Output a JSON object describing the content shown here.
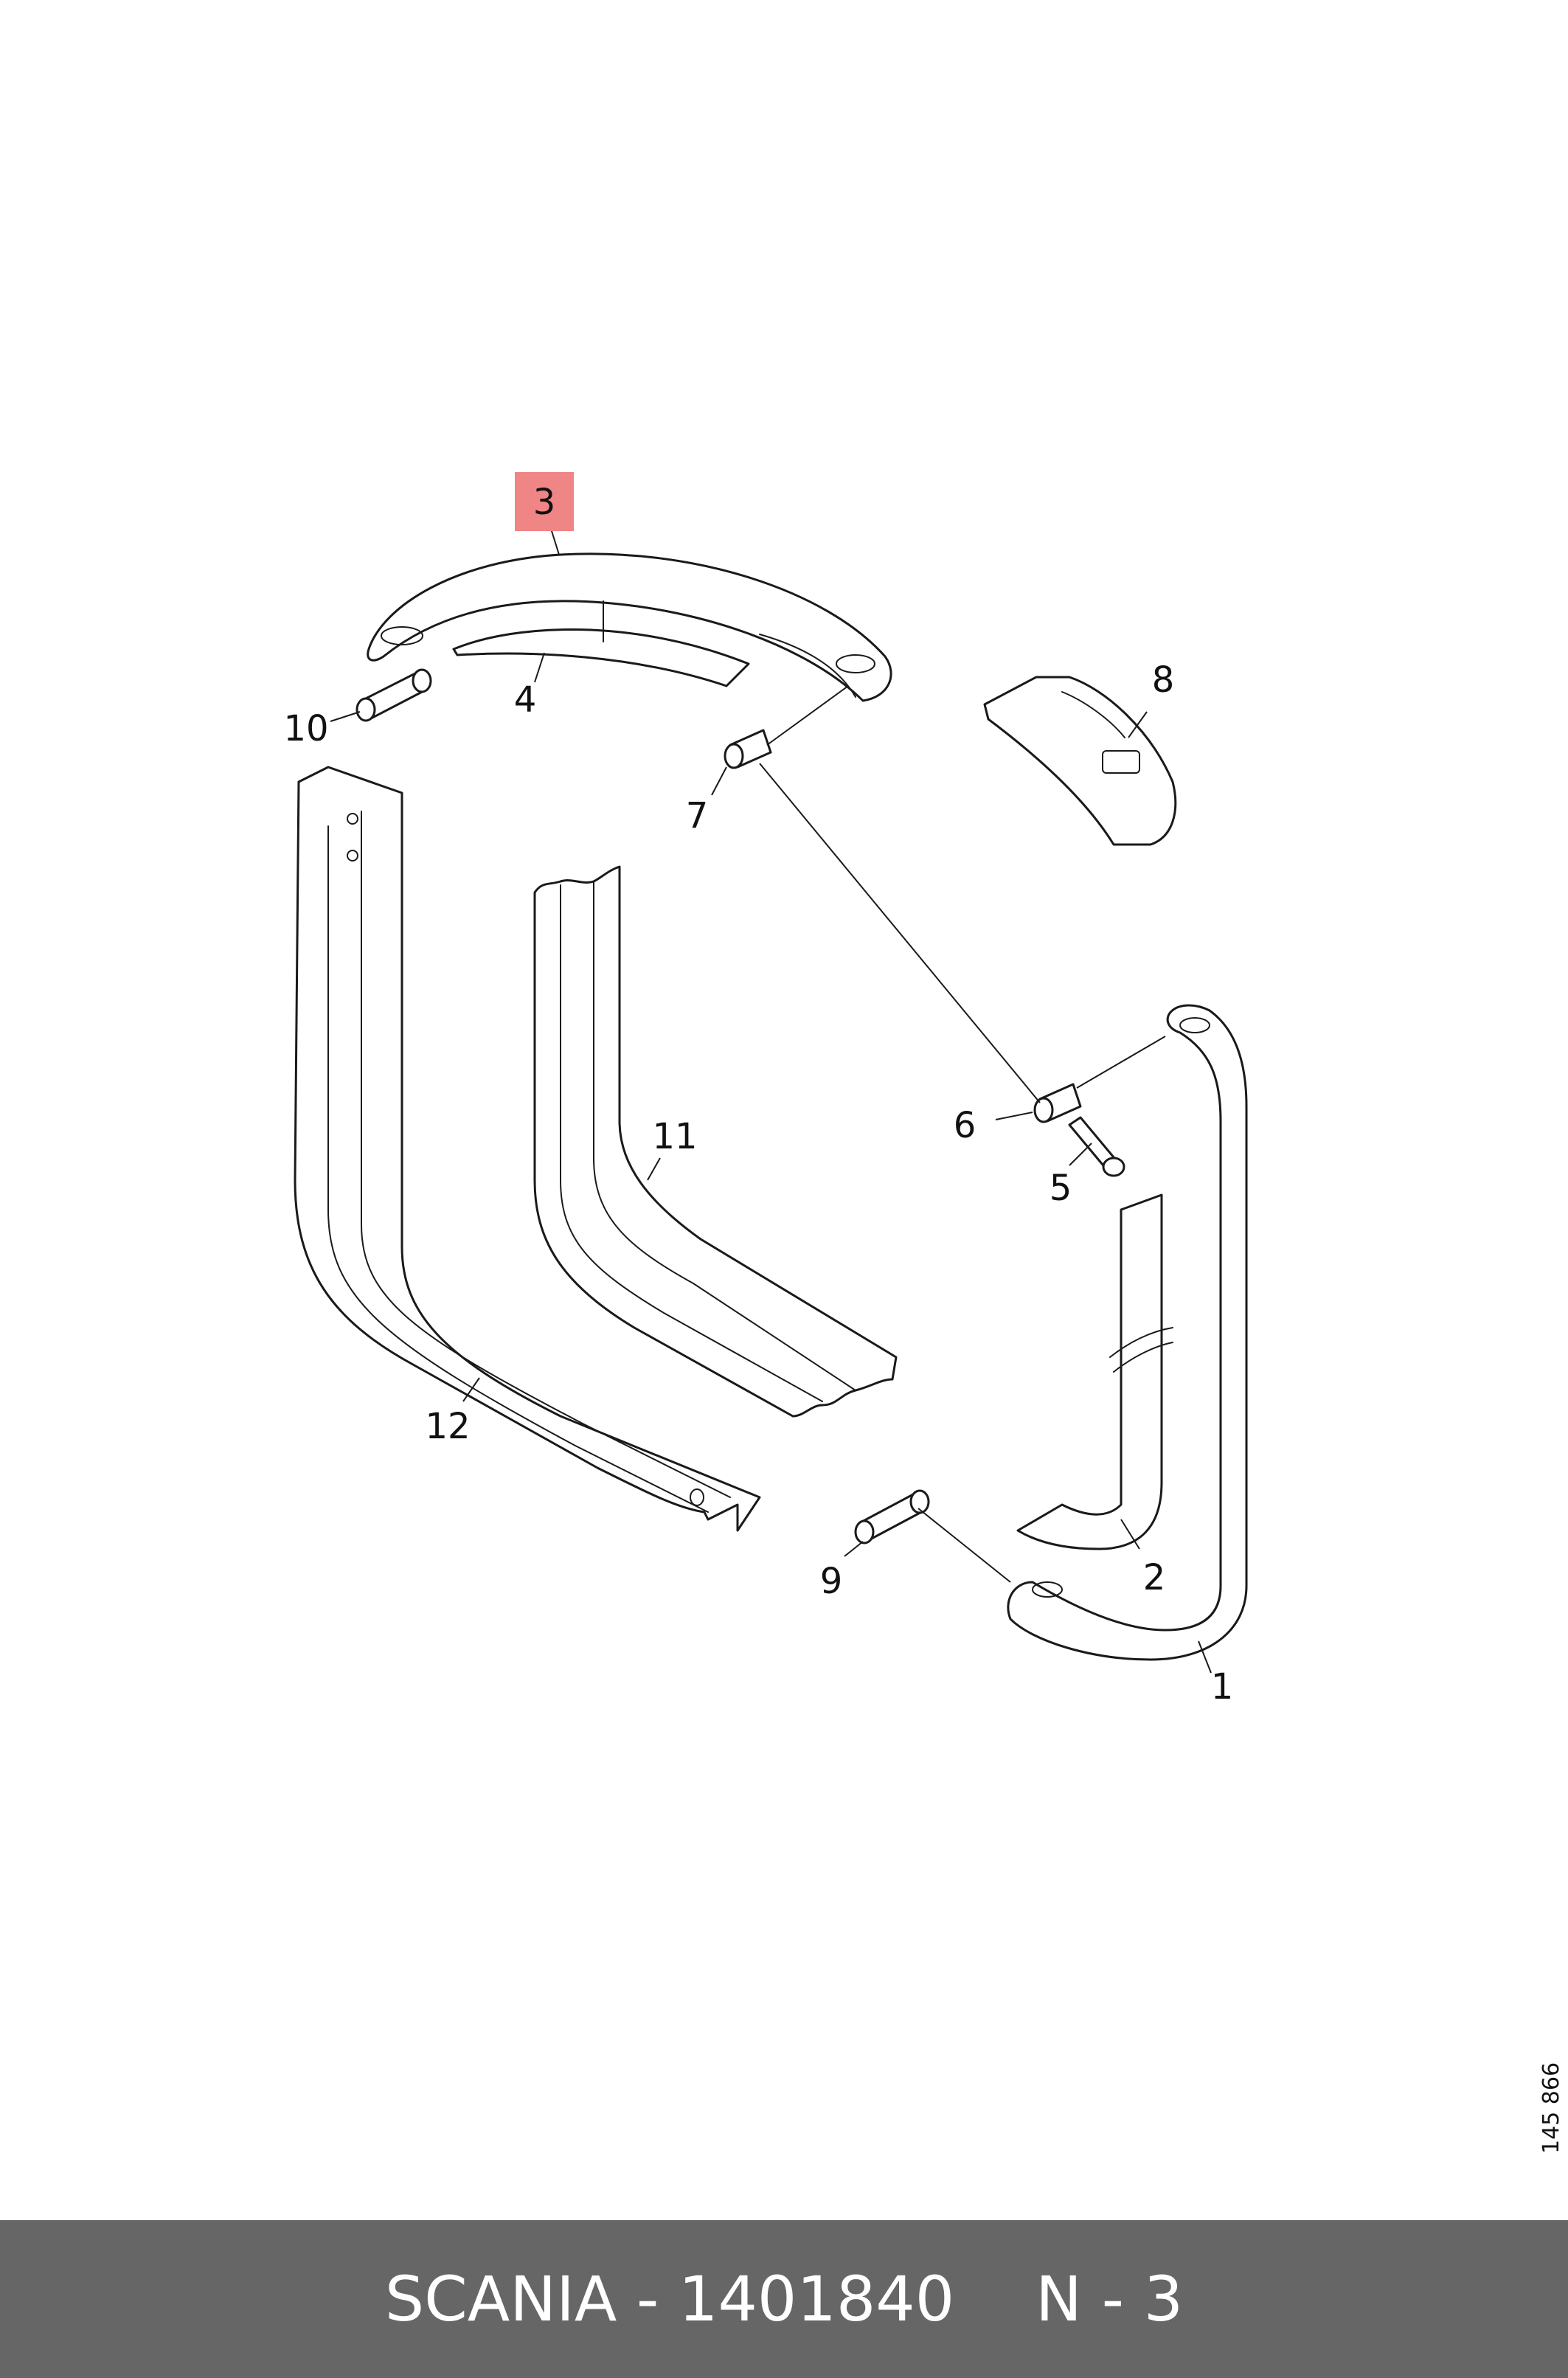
{
  "diagram": {
    "highlighted_callout": "3",
    "highlight_color": "#f08585",
    "drawing_code": "145 866",
    "callouts": [
      "1",
      "2",
      "3",
      "4",
      "5",
      "6",
      "7",
      "8",
      "9",
      "10",
      "11",
      "12"
    ]
  },
  "footer": {
    "part_label": "SCANIA - 1401840",
    "page_label": "N - 3",
    "background_color": "#666666"
  }
}
